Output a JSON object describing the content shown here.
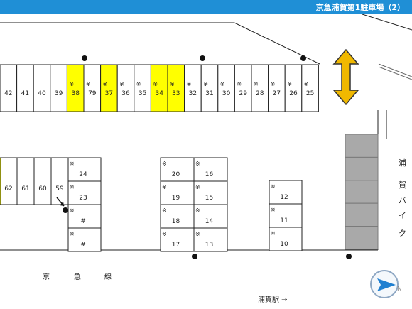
{
  "header": {
    "title": "京急浦賀第1駐車場（2）"
  },
  "colors": {
    "highlight": "#ffff00",
    "header": "#1f8fd6",
    "arrow": "#f0b800",
    "bike": "#a9a9a9"
  },
  "top_row": [
    {
      "n": "42",
      "mark": false,
      "hl": false
    },
    {
      "n": "41",
      "mark": false,
      "hl": false
    },
    {
      "n": "40",
      "mark": false,
      "hl": false
    },
    {
      "n": "39",
      "mark": false,
      "hl": false
    },
    {
      "n": "38",
      "mark": true,
      "hl": true
    },
    {
      "n": "79",
      "mark": true,
      "hl": false
    },
    {
      "n": "37",
      "mark": true,
      "hl": true
    },
    {
      "n": "36",
      "mark": true,
      "hl": false
    },
    {
      "n": "35",
      "mark": true,
      "hl": false
    },
    {
      "n": "34",
      "mark": true,
      "hl": true
    },
    {
      "n": "33",
      "mark": true,
      "hl": true
    },
    {
      "n": "32",
      "mark": true,
      "hl": false
    },
    {
      "n": "31",
      "mark": true,
      "hl": false
    },
    {
      "n": "30",
      "mark": true,
      "hl": false
    },
    {
      "n": "29",
      "mark": true,
      "hl": false
    },
    {
      "n": "28",
      "mark": true,
      "hl": false
    },
    {
      "n": "27",
      "mark": true,
      "hl": false
    },
    {
      "n": "26",
      "mark": true,
      "hl": false
    },
    {
      "n": "25",
      "mark": true,
      "hl": false
    }
  ],
  "left_row": [
    "62",
    "61",
    "60",
    "59"
  ],
  "col_a": [
    "24",
    "23",
    "#",
    "#"
  ],
  "col_b_left": [
    "20",
    "19",
    "18",
    "17"
  ],
  "col_b_right": [
    "16",
    "15",
    "14",
    "13"
  ],
  "col_c": [
    "12",
    "11",
    "10"
  ],
  "mark_symbol": "※",
  "labels": {
    "keikyu": [
      "京",
      "急",
      "線"
    ],
    "station": "浦賀駅 →",
    "bike": [
      "浦",
      "賀",
      "バ",
      "イ",
      "ク"
    ]
  }
}
